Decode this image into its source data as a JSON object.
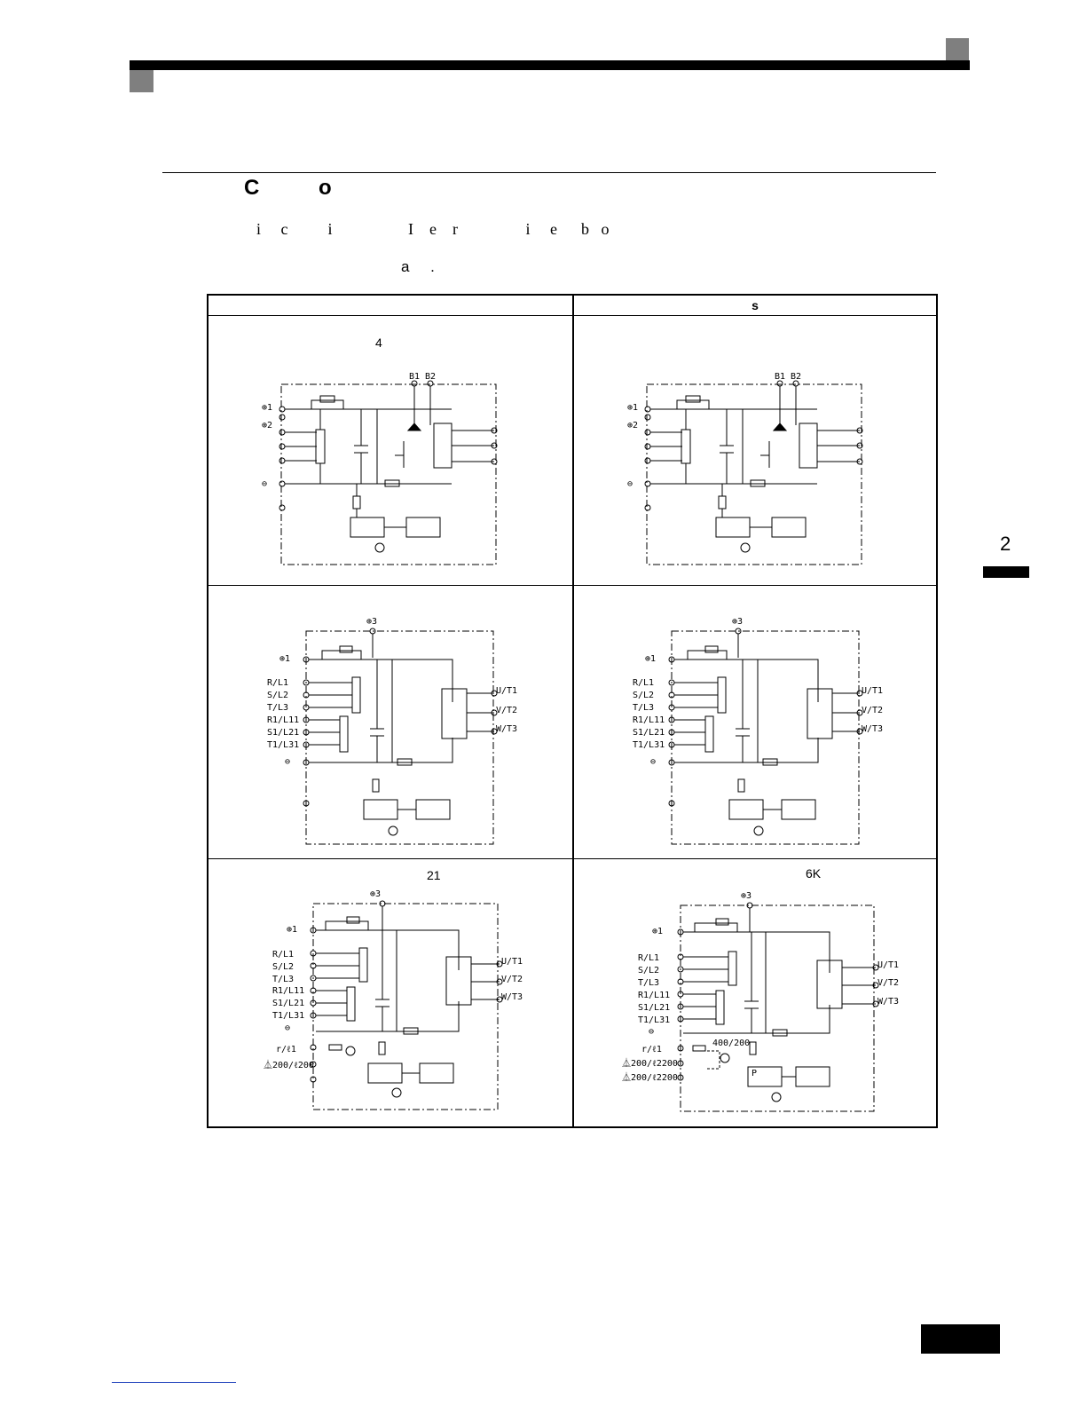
{
  "header": {
    "chapter_number": "2"
  },
  "section": {
    "heading": "C          o",
    "body_line_1": "i     c          i                   I    e    r                 i     e      b   o",
    "body_line_2": "a     ."
  },
  "table": {
    "column_headers": [
      "",
      "s"
    ],
    "cells": [
      {
        "label": "4",
        "terminals": [
          "⊕1",
          "⊕2",
          "⊖",
          "B1",
          "B2"
        ]
      },
      {
        "label": "",
        "terminals": [
          "⊕1",
          "⊕2",
          "⊖",
          "B1",
          "B2"
        ]
      },
      {
        "label": "",
        "terminals": [
          "⊕3",
          "⊕1",
          "R/L1",
          "S/L2",
          "T/L3",
          "R1/L11",
          "S1/L21",
          "T1/L31",
          "⊖",
          "U/T1",
          "V/T2",
          "W/T3"
        ]
      },
      {
        "label": "",
        "terminals": [
          "⊕3",
          "⊕1",
          "R/L1",
          "S/L2",
          "T/L3",
          "R1/L11",
          "S1/L21",
          "T1/L31",
          "⊖",
          "U/T1",
          "V/T2",
          "W/T3"
        ]
      },
      {
        "label": "21",
        "terminals": [
          "⊕3",
          "⊕1",
          "R/L1",
          "S/L2",
          "T/L3",
          "R1/L11",
          "S1/L21",
          "T1/L31",
          "⊖",
          "r/ℓ1",
          "⏅200/ℓ200",
          "U/T1",
          "V/T2",
          "W/T3"
        ]
      },
      {
        "label": "6K",
        "terminals": [
          "⊕3",
          "⊕1",
          "R/L1",
          "S/L2",
          "T/L3",
          "R1/L11",
          "S1/L21",
          "T1/L31",
          "⊖",
          "r/ℓ1",
          "⏅200/ℓ2200",
          "⏅200/ℓ2200",
          "400/200",
          "P",
          "U/T1",
          "V/T2",
          "W/T3"
        ]
      }
    ]
  },
  "colors": {
    "ink": "#000000",
    "accent_gray": "#7f7f7f",
    "link": "#3050c0"
  }
}
